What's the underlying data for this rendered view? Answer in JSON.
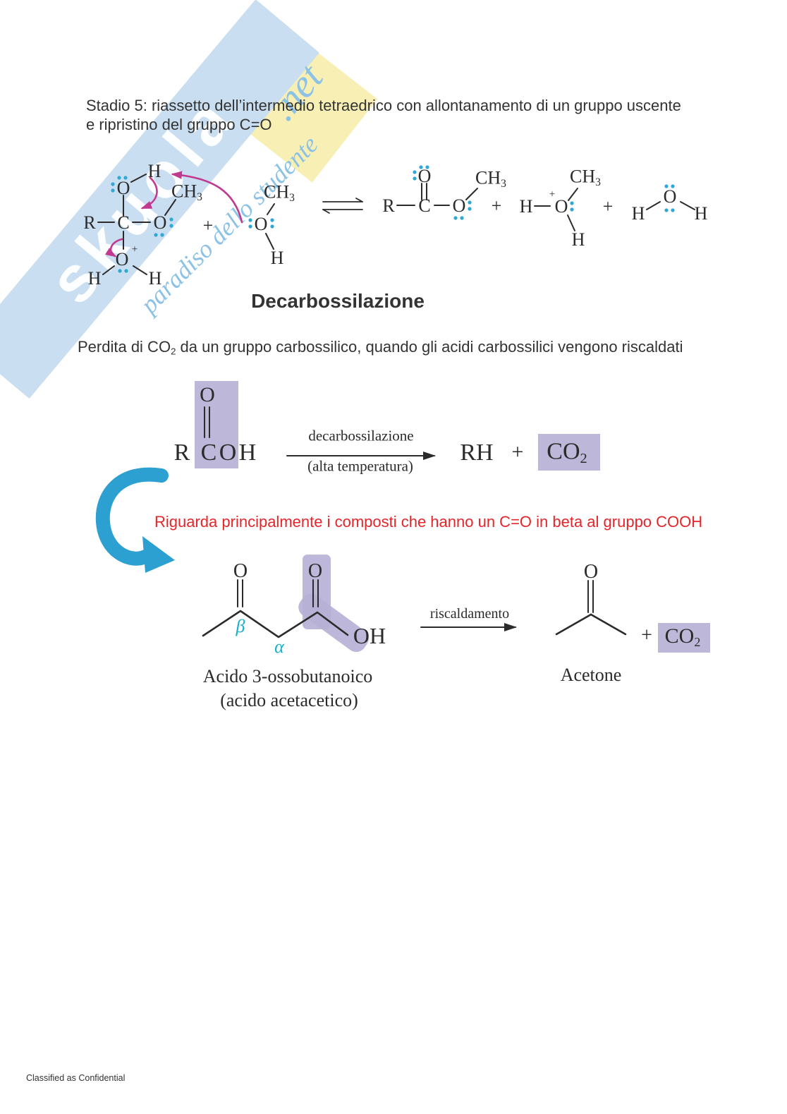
{
  "header": {
    "line1": "Stadio 5: riassetto dell’intermedio tetraedrico con allontanamento di un gruppo uscente",
    "line2": "e ripristino del gruppo C=O"
  },
  "section": {
    "title": "Decarbossilazione",
    "subtitle_pre": "Perdita di CO",
    "subtitle_sub": "2",
    "subtitle_post": " da un gruppo carbossilico, quando gli acidi carbossilici vengono riscaldati",
    "note": "Riguarda principalmente i composti che hanno un C=O in beta al gruppo COOH"
  },
  "tok": {
    "H": "H",
    "O": "O",
    "C": "C",
    "R": "R",
    "CH": "CH",
    "sub3": "3",
    "plus": "+",
    "charge": "+",
    "OH": "OH",
    "RH": "RH",
    "CO": "CO",
    "sub2": "2"
  },
  "reaction1": {
    "arrow_top": "decarbossilazione",
    "arrow_bottom": "(alta temperatura)"
  },
  "reaction2": {
    "arrow_label": "riscaldamento",
    "beta": "β",
    "alpha": "α",
    "name_line1": "Acido 3-ossobutanoico",
    "name_line2": "(acido acetacetico)",
    "product_name": "Acetone"
  },
  "watermark": {
    "brand": "skuola",
    "suffix": ".net",
    "tagline": "paradiso dello studente"
  },
  "footer": {
    "text": "Classified as Confidential"
  },
  "colors": {
    "lone_pair": "#2fa8d5",
    "arrow_pink": "#c23a90",
    "arrow_cyan": "#2da0d2",
    "highlight": "#b6b0d5",
    "note_red": "#e4262b",
    "greek": "#17b0cb",
    "band_blue": "#c9def0",
    "script_blue": "#8cc2e6",
    "diamond_yellow": "#f7efb3",
    "ink": "#2b2b2b",
    "text_dark": "#333333"
  }
}
